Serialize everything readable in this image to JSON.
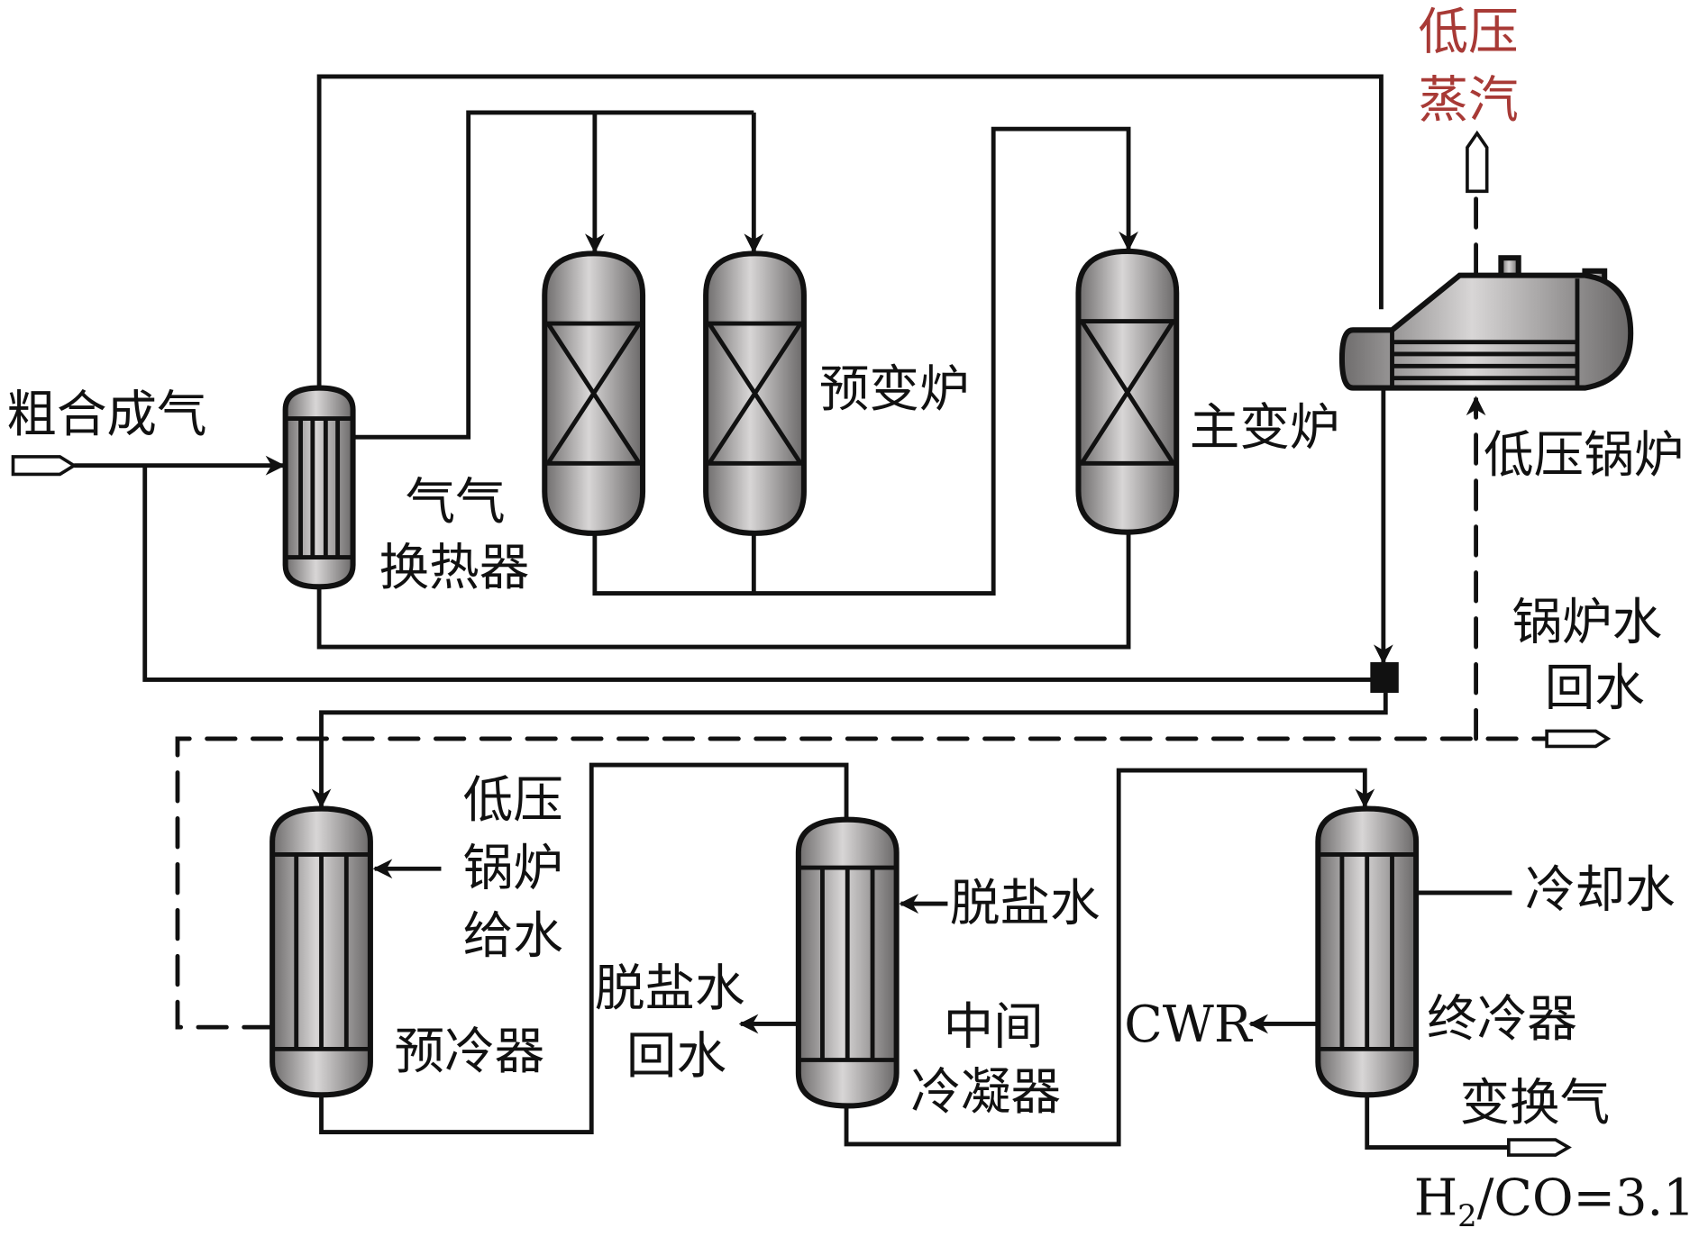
{
  "labels": {
    "feed": "粗合成气",
    "exchanger": [
      "气气",
      "换热器"
    ],
    "pre_shift": "预变炉",
    "main_shift": "主变炉",
    "lp_steam": [
      "低压",
      "蒸汽"
    ],
    "lp_boiler": "低压锅炉",
    "boiler_return": [
      "锅炉水",
      "回水"
    ],
    "lp_feedwater": [
      "低压",
      "锅炉",
      "给水"
    ],
    "pre_cooler": "预冷器",
    "demin_water_in": "脱盐水",
    "demin_water_return": [
      "脱盐水",
      "回水"
    ],
    "mid_condenser": [
      "中间",
      "冷凝器"
    ],
    "cwr": "CWR",
    "cooling_water": "冷却水",
    "final_cooler": "终冷器",
    "shift_gas": "变换气",
    "ratio_h": "H",
    "ratio_sub": "2",
    "ratio_rest": "/CO=3.1"
  },
  "colors": {
    "steam_label": "#a83a36",
    "line": "#111111",
    "vessel": "#9a9898"
  }
}
